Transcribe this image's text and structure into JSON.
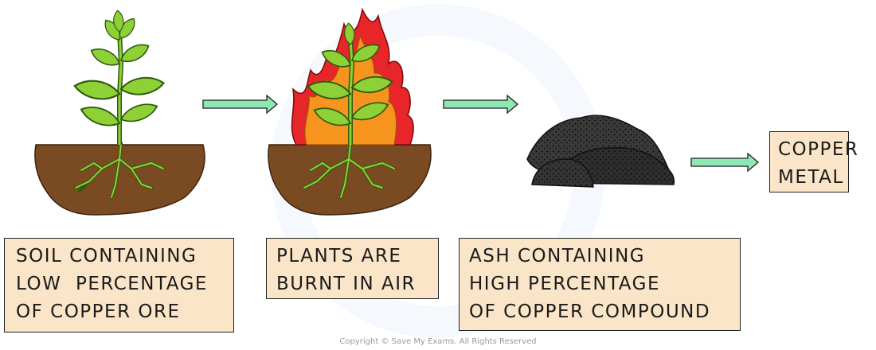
{
  "steps": [
    {
      "lines": [
        "SOIL CONTAINING",
        "LOW  PERCENTAGE",
        "OF COPPER ORE"
      ]
    },
    {
      "lines": [
        "PLANTS ARE",
        "BURNT IN AIR"
      ]
    },
    {
      "lines": [
        "ASH CONTAINING",
        "HIGH PERCENTAGE",
        "OF COPPER COMPOUND"
      ]
    }
  ],
  "product": {
    "lines": [
      "COPPER",
      "METAL"
    ]
  },
  "copyright": "Copyright © Save My Exams. All Rights Reserved",
  "colors": {
    "label_fill": "#fbe5c8",
    "arrow_fill": "#8ee8b4",
    "soil": "#7a4a22",
    "leaf": "#8ed136",
    "flame_red": "#e8262a",
    "flame_orange": "#f7941d",
    "ash": "#2f2f2f"
  }
}
